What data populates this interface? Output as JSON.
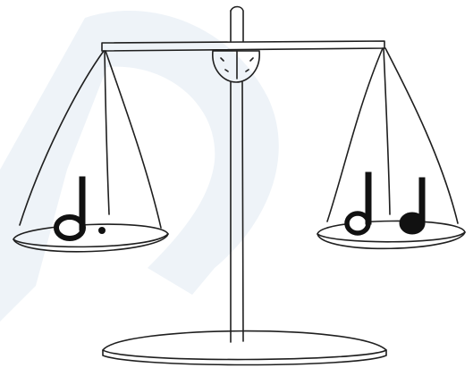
{
  "scene": {
    "subject": "balance-scale",
    "left_pan": {
      "notes": [
        "dotted-half-note"
      ]
    },
    "right_pan": {
      "notes": [
        "half-note",
        "quarter-note"
      ]
    },
    "colors": {
      "ink": "#1f1f1f",
      "watermark": "#eef3f8",
      "background": "#ffffff"
    }
  }
}
